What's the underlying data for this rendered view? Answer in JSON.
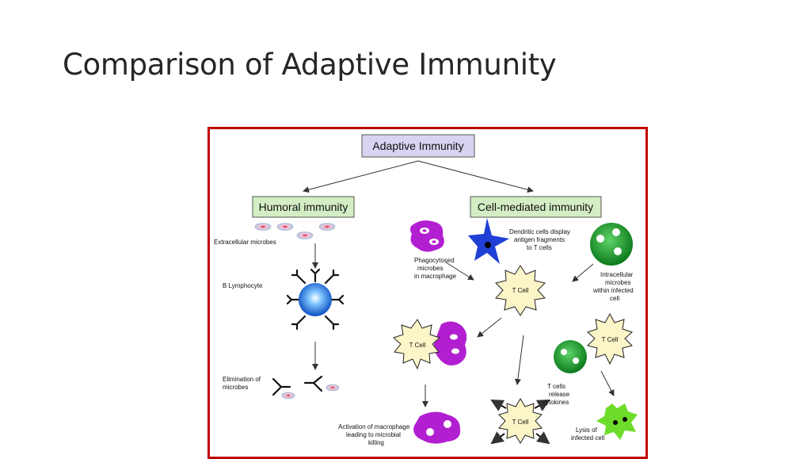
{
  "slide": {
    "title": "Comparison of Adaptive Immunity"
  },
  "diagram": {
    "root": "Adaptive Immunity",
    "branches": {
      "humoral": "Humoral immunity",
      "cell_mediated": "Cell-mediated immunity"
    },
    "humoral_labels": {
      "extracellular": "Extracellular microbes",
      "b_lymphocyte": "B Lymphocyte",
      "elimination_1": "Elimination of",
      "elimination_2": "microbes"
    },
    "cell_labels": {
      "phago_1": "Phagocytosed",
      "phago_2": "microbes",
      "phago_3": "in macrophage",
      "dendritic_1": "Dendritic cells display",
      "dendritic_2": "antigen fragments",
      "dendritic_3": "to T cells",
      "intra_1": "Intracellular",
      "intra_2": "microbes",
      "intra_3": "within infected",
      "intra_4": "cell",
      "tcell": "T Cell",
      "release_1": "T cells",
      "release_2": "release",
      "release_3": "cytokines",
      "activation_1": "Activation of macrophage",
      "activation_2": "leading to microbial",
      "activation_3": "killing",
      "lysis_1": "Lysis of",
      "lysis_2": "infected cell"
    }
  },
  "colors": {
    "frame": "#c00000",
    "root_box": "#d9d2f0",
    "branch_box": "#d4edc4",
    "macrophage": "#b21fd1",
    "dendritic": "#1f3fd6",
    "infected_cell": "#1f9a2a",
    "b_cell": "#2a7fe0",
    "t_cell": "#fbf5c8",
    "lysis_cell": "#6edc2a"
  }
}
